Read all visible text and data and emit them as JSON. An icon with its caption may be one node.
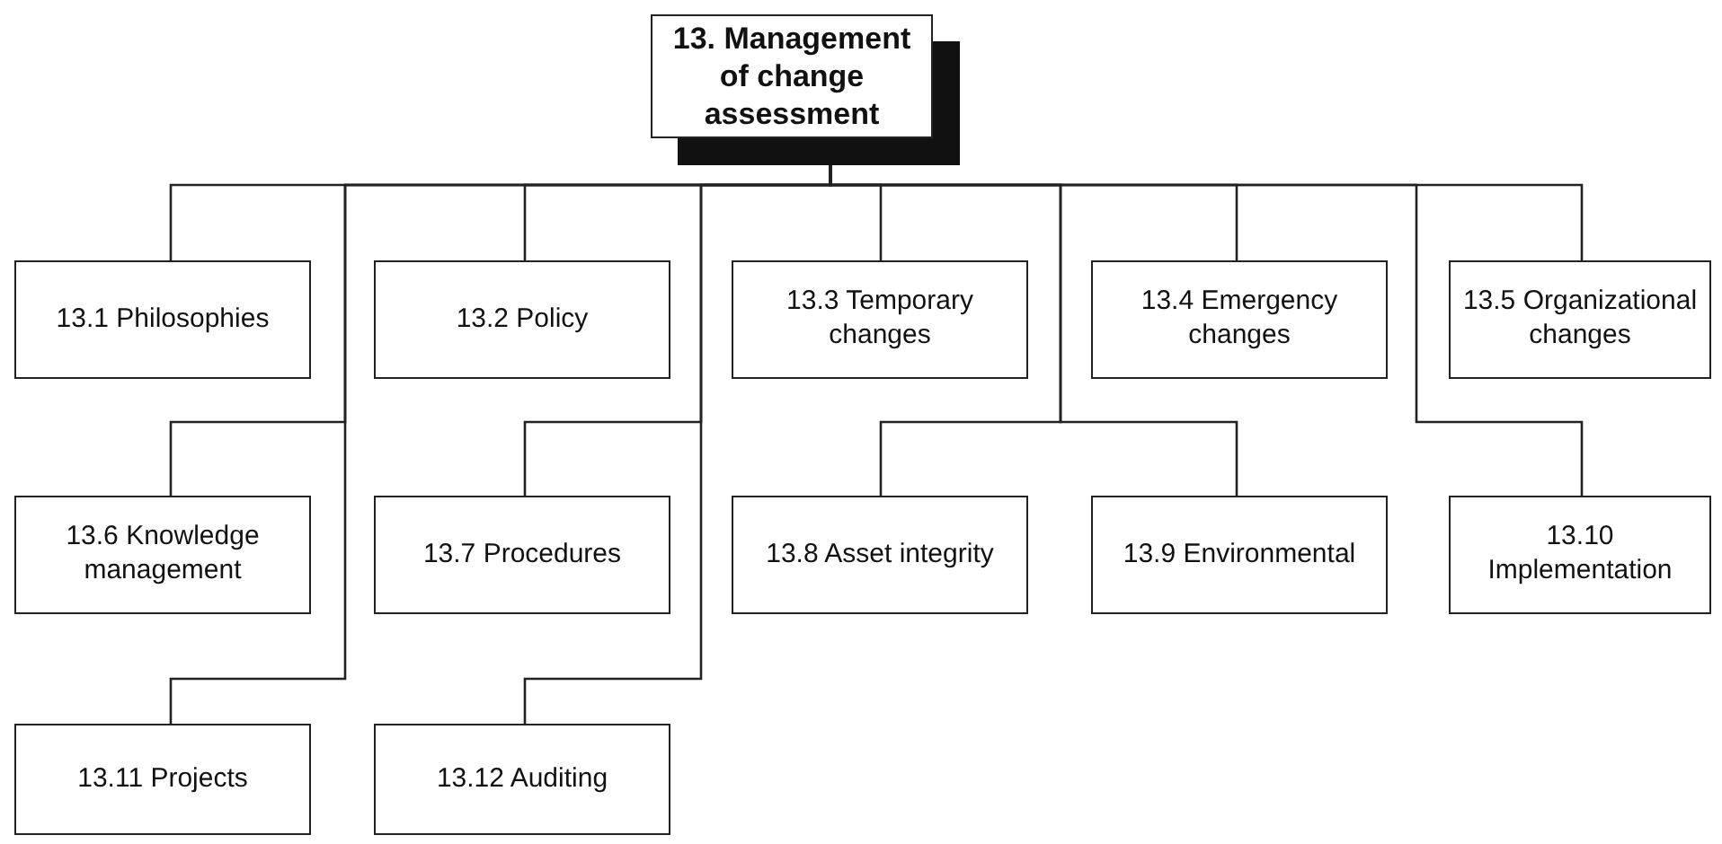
{
  "diagram": {
    "nodes": [
      {
        "text": [
          "13. Management of change assessment"
        ]
      },
      {
        "text": [
          "13.1 Philosophies"
        ]
      },
      {
        "text": [
          "13.2 Policy"
        ]
      },
      {
        "text": [
          "13.3 Temporary changes"
        ]
      },
      {
        "text": [
          "13.4 Emergency changes"
        ]
      },
      {
        "text": [
          "13.5 Organizational changes"
        ]
      },
      {
        "text": [
          "13.6 Knowledge management"
        ]
      },
      {
        "text": [
          "13.7 Procedures"
        ]
      },
      {
        "text": [
          "13.8 Asset integrity"
        ]
      },
      {
        "text": [
          "13.9 Environmental"
        ]
      },
      {
        "text": [
          "13.10 Implementation"
        ]
      },
      {
        "text": [
          "13.11 Projects"
        ]
      },
      {
        "text": [
          "13.12 Auditing"
        ]
      }
    ],
    "edges": [
      {
        "from": 0,
        "to": 1,
        "arrow": "none"
      },
      {
        "from": 0,
        "to": 2,
        "arrow": "none"
      },
      {
        "from": 0,
        "to": 3,
        "arrow": "none"
      },
      {
        "from": 0,
        "to": 4,
        "arrow": "none"
      },
      {
        "from": 0,
        "to": 5,
        "arrow": "none"
      },
      {
        "from": 0,
        "to": 6,
        "arrow": "none"
      },
      {
        "from": 0,
        "to": 7,
        "arrow": "none"
      },
      {
        "from": 0,
        "to": 8,
        "arrow": "none"
      },
      {
        "from": 0,
        "to": 9,
        "arrow": "none"
      },
      {
        "from": 0,
        "to": 10,
        "arrow": "none"
      },
      {
        "from": 0,
        "to": 11,
        "arrow": "none"
      },
      {
        "from": 0,
        "to": 12,
        "arrow": "none"
      }
    ]
  }
}
